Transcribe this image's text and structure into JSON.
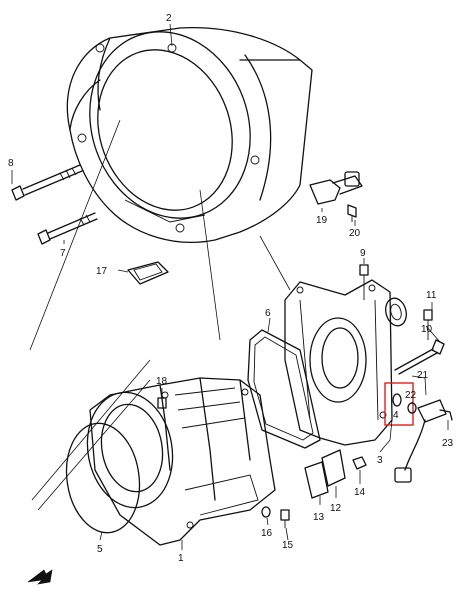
{
  "callouts": [
    {
      "id": "1",
      "label": "1"
    },
    {
      "id": "2",
      "label": "2"
    },
    {
      "id": "3",
      "label": "3"
    },
    {
      "id": "4",
      "label": "4"
    },
    {
      "id": "5",
      "label": "5"
    },
    {
      "id": "6",
      "label": "6"
    },
    {
      "id": "7",
      "label": "7"
    },
    {
      "id": "8",
      "label": "8"
    },
    {
      "id": "9",
      "label": "9"
    },
    {
      "id": "10",
      "label": "10"
    },
    {
      "id": "11",
      "label": "11"
    },
    {
      "id": "12",
      "label": "12"
    },
    {
      "id": "13",
      "label": "13"
    },
    {
      "id": "14",
      "label": "14"
    },
    {
      "id": "15",
      "label": "15"
    },
    {
      "id": "16",
      "label": "16"
    },
    {
      "id": "17",
      "label": "17"
    },
    {
      "id": "18",
      "label": "18"
    },
    {
      "id": "19",
      "label": "19"
    },
    {
      "id": "20",
      "label": "20"
    },
    {
      "id": "21",
      "label": "21"
    },
    {
      "id": "22",
      "label": "22"
    },
    {
      "id": "23",
      "label": "23"
    }
  ],
  "highlight": {
    "part": "4",
    "color": "#e0201c"
  },
  "icons": {
    "direction": "front-arrow-icon"
  }
}
